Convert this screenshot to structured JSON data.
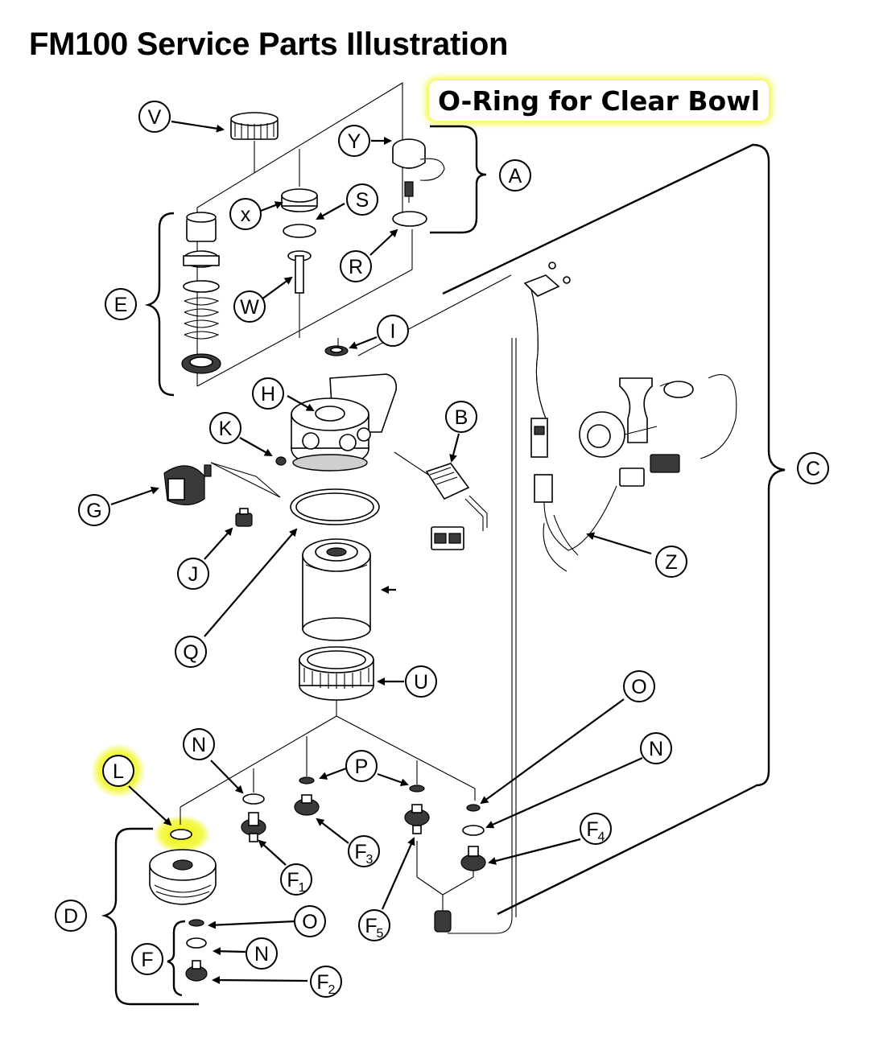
{
  "title": "FM100 Service Parts Illustration",
  "highlight_note": "O-Ring for Clear Bowl",
  "highlight_color": "#eef500",
  "callouts": {
    "A": {
      "letter": "A",
      "sub": ""
    },
    "B": {
      "letter": "B",
      "sub": ""
    },
    "C": {
      "letter": "C",
      "sub": ""
    },
    "D": {
      "letter": "D",
      "sub": ""
    },
    "E": {
      "letter": "E",
      "sub": ""
    },
    "F": {
      "letter": "F",
      "sub": ""
    },
    "F1": {
      "letter": "F",
      "sub": "1"
    },
    "F2": {
      "letter": "F",
      "sub": "2"
    },
    "F3": {
      "letter": "F",
      "sub": "3"
    },
    "F4": {
      "letter": "F",
      "sub": "4"
    },
    "F5": {
      "letter": "F",
      "sub": "5"
    },
    "G": {
      "letter": "G",
      "sub": ""
    },
    "H": {
      "letter": "H",
      "sub": ""
    },
    "I": {
      "letter": "I",
      "sub": ""
    },
    "J": {
      "letter": "J",
      "sub": ""
    },
    "K": {
      "letter": "K",
      "sub": ""
    },
    "L": {
      "letter": "L",
      "sub": ""
    },
    "N_top": {
      "letter": "N",
      "sub": ""
    },
    "N_right": {
      "letter": "N",
      "sub": ""
    },
    "N_bottom": {
      "letter": "N",
      "sub": ""
    },
    "O_right": {
      "letter": "O",
      "sub": ""
    },
    "O_bottom": {
      "letter": "O",
      "sub": ""
    },
    "P": {
      "letter": "P",
      "sub": ""
    },
    "Q": {
      "letter": "Q",
      "sub": ""
    },
    "R": {
      "letter": "R",
      "sub": ""
    },
    "S": {
      "letter": "S",
      "sub": ""
    },
    "U": {
      "letter": "U",
      "sub": ""
    },
    "V": {
      "letter": "V",
      "sub": ""
    },
    "W": {
      "letter": "W",
      "sub": ""
    },
    "X": {
      "letter": "x",
      "sub": ""
    },
    "Y": {
      "letter": "Y",
      "sub": ""
    },
    "Z": {
      "letter": "Z",
      "sub": ""
    }
  }
}
